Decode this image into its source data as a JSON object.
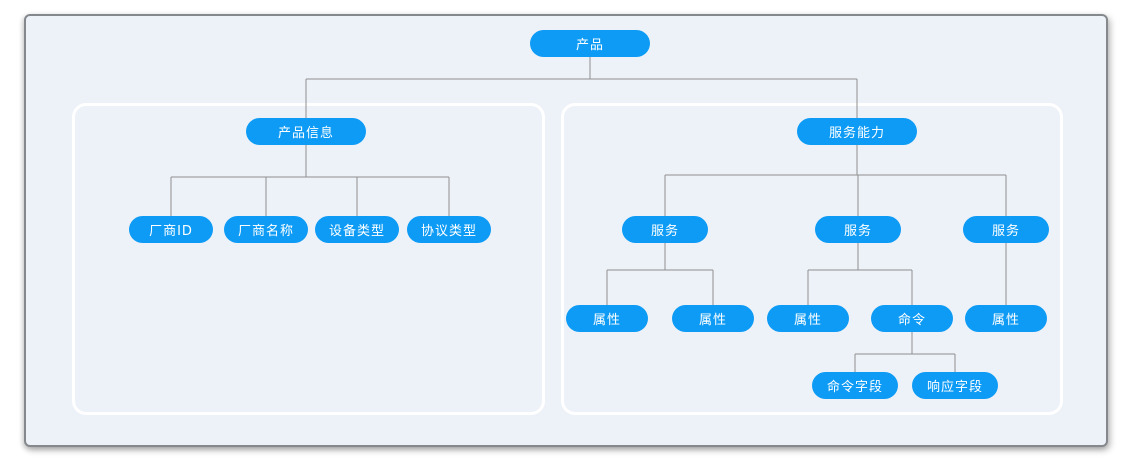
{
  "diagram": {
    "title": "product-model-tree",
    "root": {
      "label": "产品"
    },
    "left_panel": {
      "parent": {
        "label": "产品信息"
      },
      "children": [
        {
          "label": "厂商ID"
        },
        {
          "label": "厂商名称"
        },
        {
          "label": "设备类型"
        },
        {
          "label": "协议类型"
        }
      ]
    },
    "right_panel": {
      "parent": {
        "label": "服务能力"
      },
      "services": [
        {
          "label": "服务",
          "children": [
            {
              "label": "属性"
            },
            {
              "label": "属性"
            }
          ]
        },
        {
          "label": "服务",
          "children": [
            {
              "label": "属性"
            },
            {
              "label": "命令",
              "children": [
                {
                  "label": "命令字段"
                },
                {
                  "label": "响应字段"
                }
              ]
            }
          ]
        },
        {
          "label": "服务",
          "children": [
            {
              "label": "属性"
            }
          ]
        }
      ]
    },
    "colors": {
      "node_fill": "#0d9bf5",
      "node_text": "#ffffff",
      "connector": "#8f8f8f",
      "frame_bg": "#edf1f8",
      "frame_border": "#85898e",
      "panel_border": "#ffffff"
    }
  }
}
